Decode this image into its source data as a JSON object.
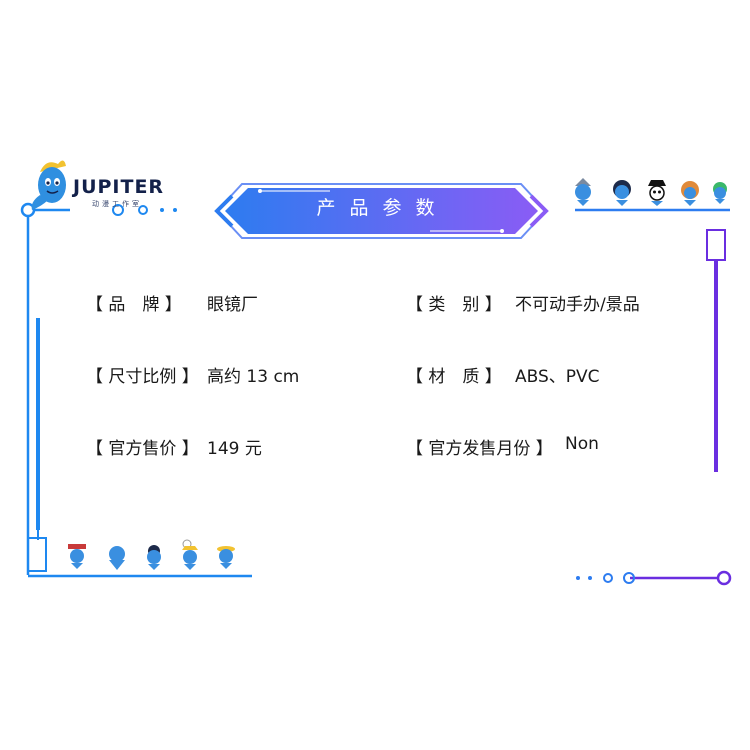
{
  "brand": {
    "name": "JUPITER",
    "subtitle": "动漫工作室"
  },
  "title": "产品参数",
  "params": {
    "brand_label": "【 品　牌 】",
    "brand_value": "眼镜厂",
    "category_label": "【 类　别 】",
    "category_value": "不可动手办/景品",
    "scale_label": "【 尺寸比例 】",
    "scale_value": "高约 13 cm",
    "material_label": "【 材　质 】",
    "material_value": "ABS、PVC",
    "price_label": "【 官方售价 】",
    "price_value": "149 元",
    "release_label": "【 官方发售月份 】",
    "release_value": "Non"
  },
  "colors": {
    "blue": "#1e88f0",
    "purple": "#6a2ee0",
    "banner_left": "#2d7cf0",
    "banner_right": "#8a5cf5"
  },
  "icons": [
    "mascot-icon",
    "chibi-characters-icon"
  ]
}
